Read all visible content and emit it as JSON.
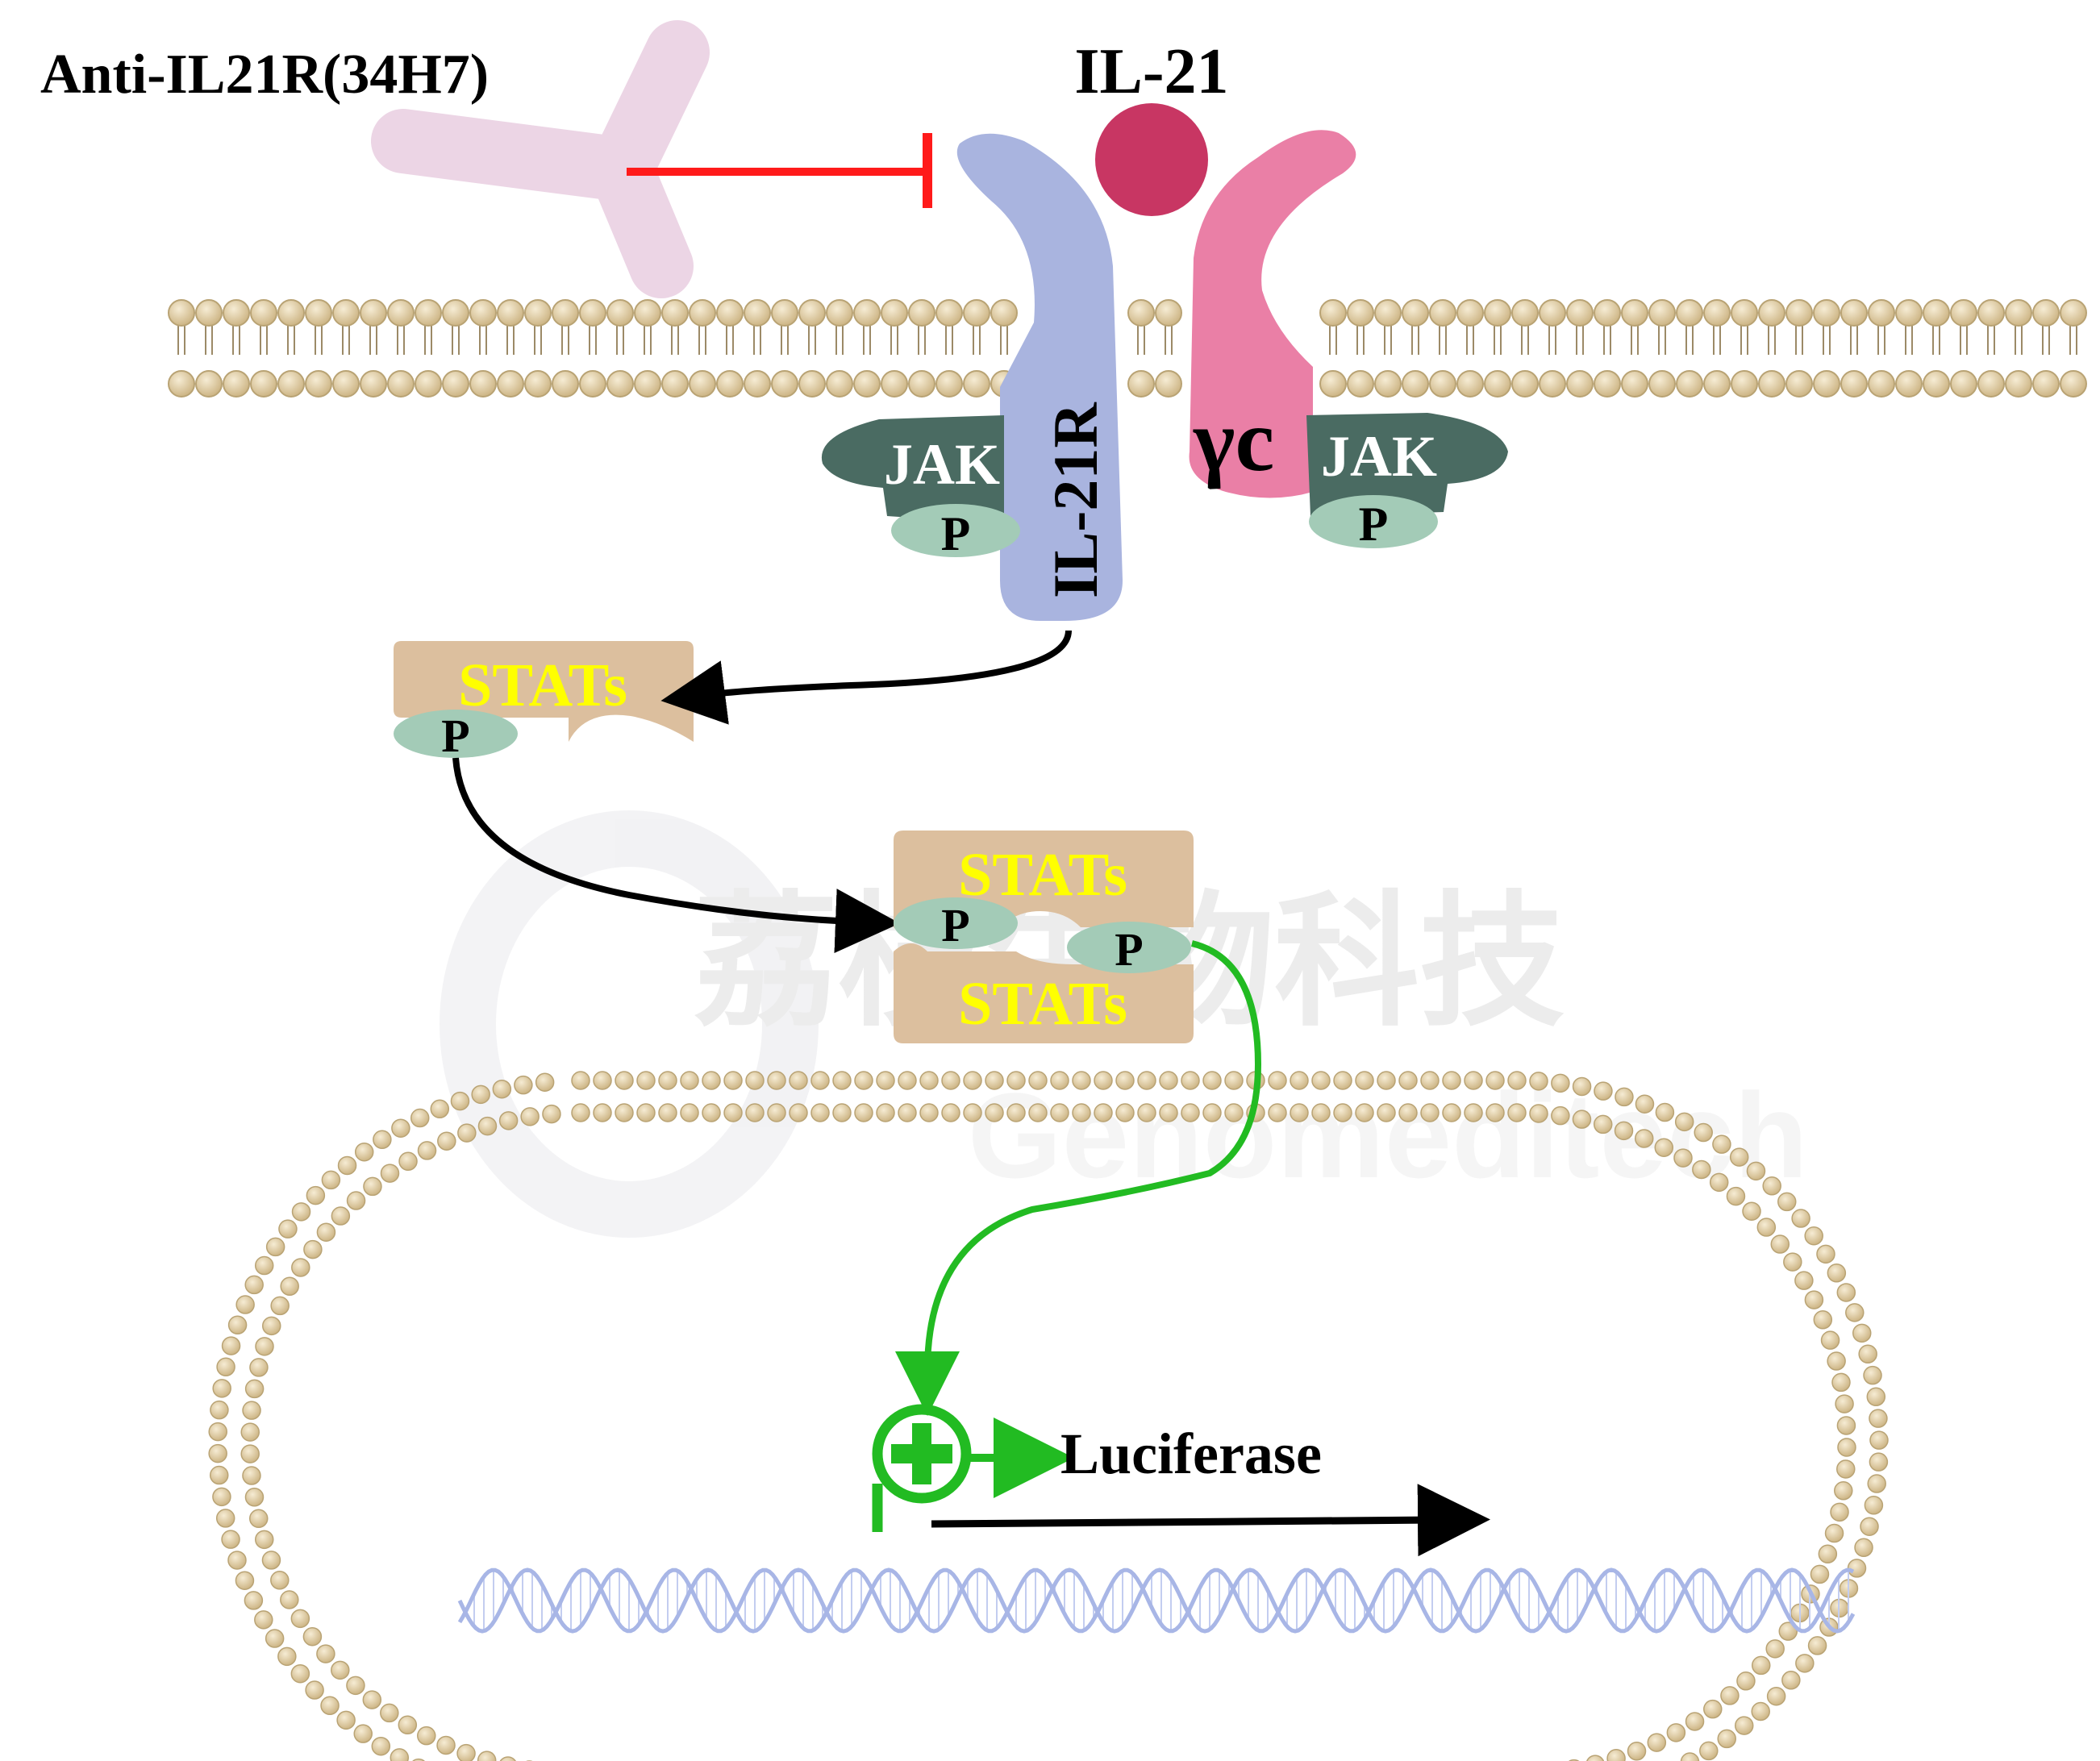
{
  "labels": {
    "antibody": "Anti-IL21R(34H7)",
    "cytokine": "IL-21",
    "receptor": "IL-21R",
    "gamma_chain": "γc",
    "jak_left": "JAK",
    "jak_right": "JAK",
    "phospho": "P",
    "stats_single": "STATs",
    "stats_dimer_top": "STATs",
    "stats_dimer_bottom": "STATs",
    "reporter": "Luciferase"
  },
  "watermark": {
    "cn_text": "荔枝生物科技",
    "en_text": "Genomeditech"
  },
  "colors": {
    "antibody": "#ecd5e5",
    "inhibition_arrow": "#ff1a1a",
    "cytokine": "#c83663",
    "receptor": "#a9b4df",
    "gamma_chain": "#ea7fa6",
    "jak": "#4a6b62",
    "phospho": "#a3cbb7",
    "stats": "#dcbf9e",
    "stats_text": "#ffff00",
    "lipid_head": "#d8c49a",
    "lipid_stroke": "#b9a374",
    "signal_arrow": "#000000",
    "activation_arrow": "#22bb22",
    "dna": "#a8b6e6"
  }
}
